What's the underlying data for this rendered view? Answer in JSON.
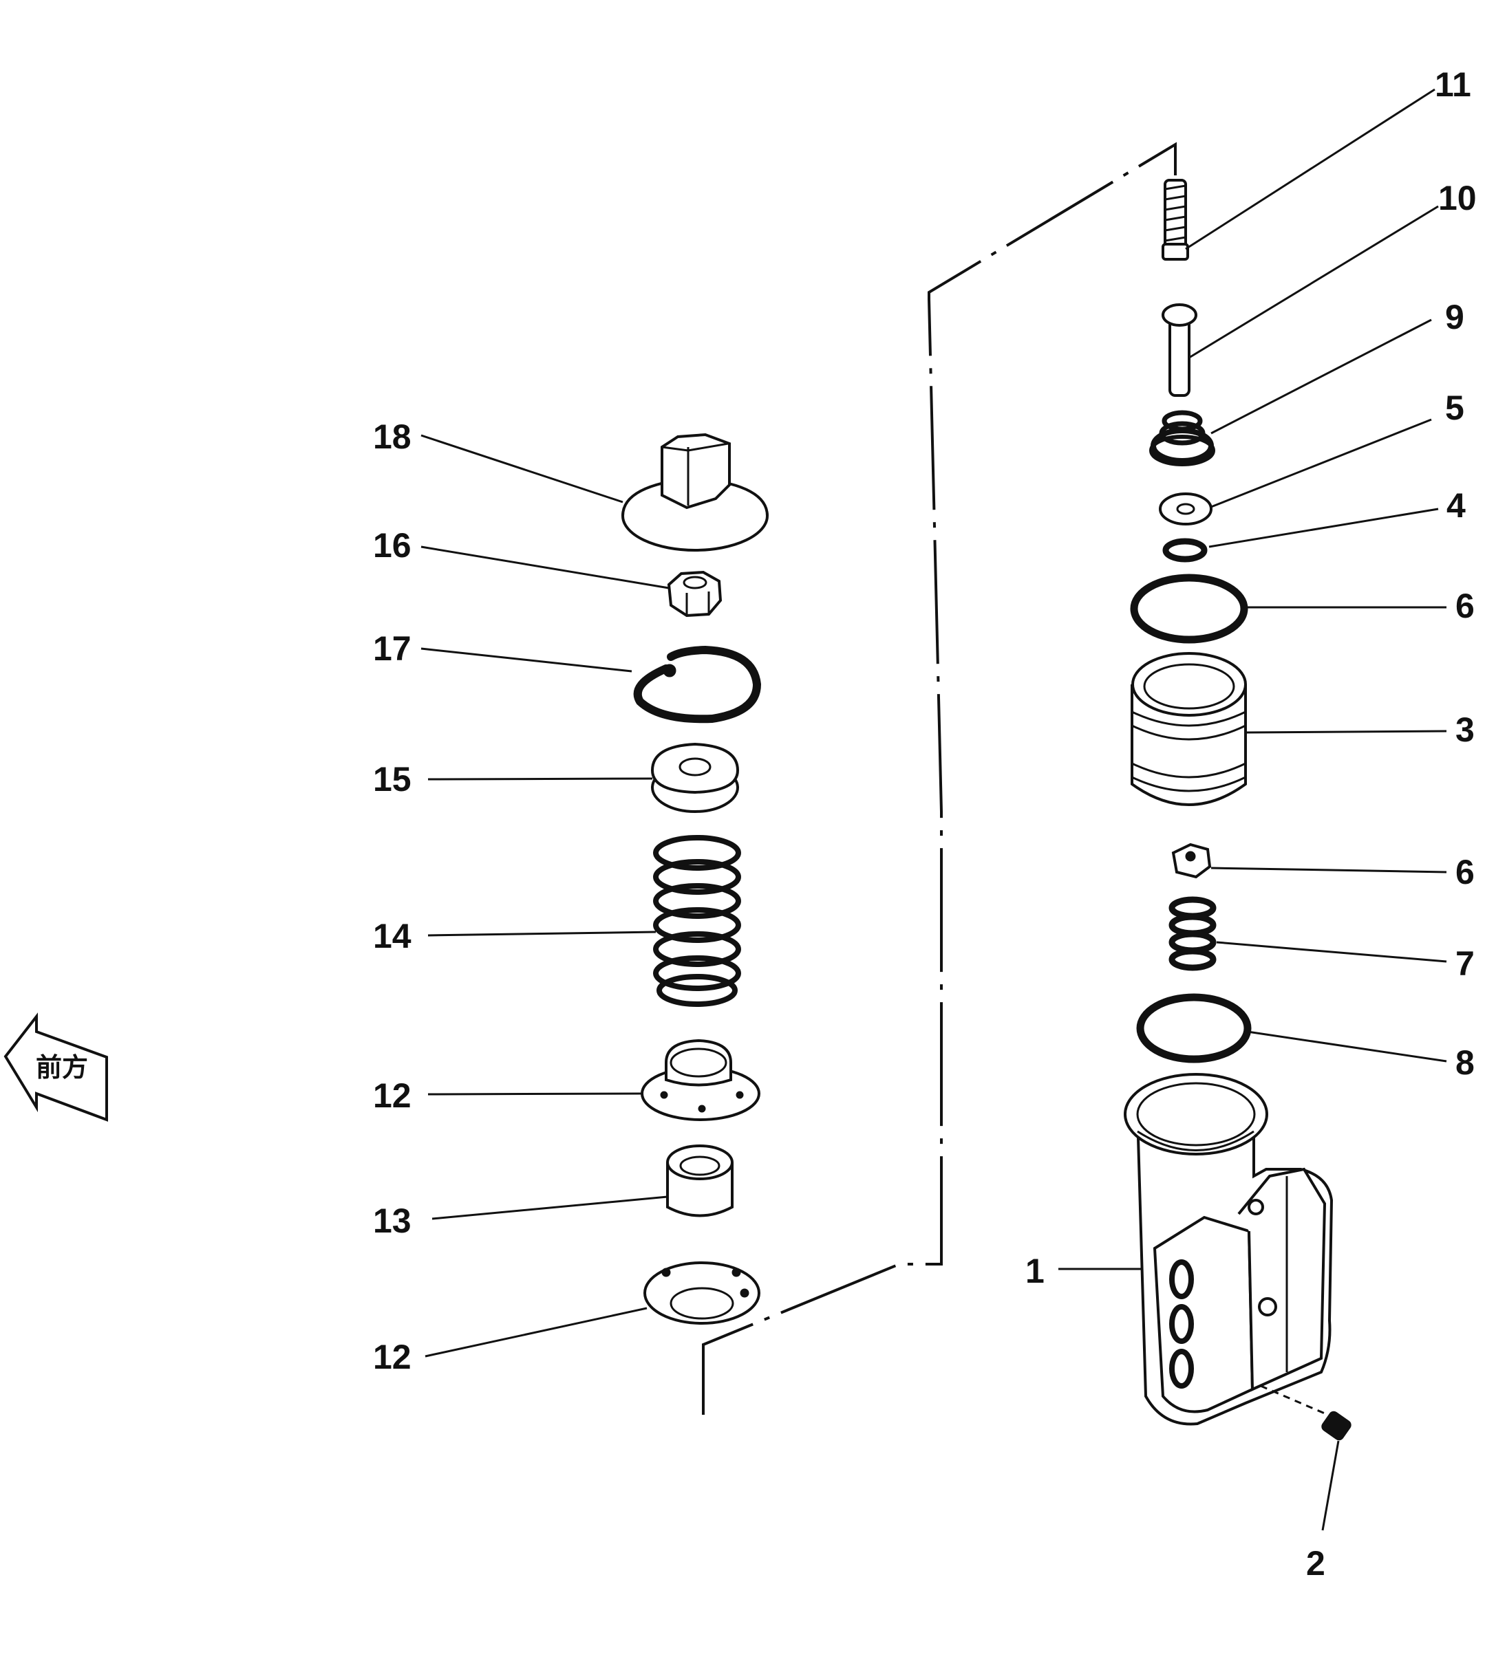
{
  "diagram": {
    "type": "exploded parts diagram",
    "colors": {
      "ink": "#111111",
      "background": "#ffffff"
    },
    "front_marker": {
      "icon": "front-arrow-icon",
      "label": "前方"
    },
    "parts": [
      {
        "id": "part-18",
        "label": "18",
        "icon": "cap-nut-icon"
      },
      {
        "id": "part-16",
        "label": "16",
        "icon": "hex-nut-icon"
      },
      {
        "id": "part-17",
        "label": "17",
        "icon": "snap-ring-icon"
      },
      {
        "id": "part-15",
        "label": "15",
        "icon": "retainer-icon"
      },
      {
        "id": "part-14",
        "label": "14",
        "icon": "coil-spring-icon"
      },
      {
        "id": "part-12a",
        "label": "12",
        "icon": "spring-seat-icon"
      },
      {
        "id": "part-13",
        "label": "13",
        "icon": "bushing-icon"
      },
      {
        "id": "part-12b",
        "label": "12",
        "icon": "washer-seat-icon"
      },
      {
        "id": "part-11",
        "label": "11",
        "icon": "threaded-stud-icon"
      },
      {
        "id": "part-10",
        "label": "10",
        "icon": "pin-icon"
      },
      {
        "id": "part-9",
        "label": "9",
        "icon": "small-spring-icon"
      },
      {
        "id": "part-5",
        "label": "5",
        "icon": "washer-icon"
      },
      {
        "id": "part-4",
        "label": "4",
        "icon": "small-o-ring-icon"
      },
      {
        "id": "part-6a",
        "label": "6",
        "icon": "o-ring-icon"
      },
      {
        "id": "part-3",
        "label": "3",
        "icon": "sleeve-icon"
      },
      {
        "id": "part-6b",
        "label": "6",
        "icon": "small-nut-icon"
      },
      {
        "id": "part-7",
        "label": "7",
        "icon": "valve-spring-icon"
      },
      {
        "id": "part-8",
        "label": "8",
        "icon": "o-ring-icon"
      },
      {
        "id": "part-1",
        "label": "1",
        "icon": "valve-body-icon"
      },
      {
        "id": "part-2",
        "label": "2",
        "icon": "plug-icon"
      }
    ]
  }
}
